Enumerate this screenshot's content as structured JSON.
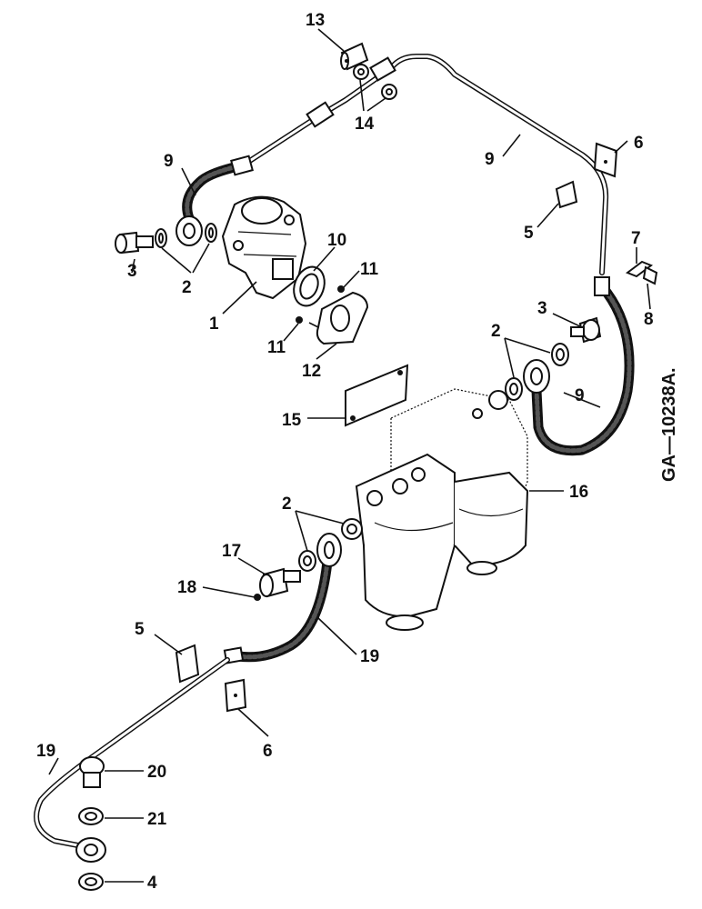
{
  "drawing_code": "GA—10238A.",
  "callouts": {
    "c1": "1",
    "c2a": "2",
    "c2b": "2",
    "c2c": "2",
    "c3a": "3",
    "c3b": "3",
    "c4": "4",
    "c5a": "5",
    "c5b": "5",
    "c6a": "6",
    "c6b": "6",
    "c7": "7",
    "c8": "8",
    "c9a": "9",
    "c9b": "9",
    "c9c": "9",
    "c10": "10",
    "c11a": "11",
    "c11b": "11",
    "c12": "12",
    "c13": "13",
    "c14": "14",
    "c15": "15",
    "c16": "16",
    "c17": "17",
    "c18": "18",
    "c19a": "19",
    "c19b": "19",
    "c20": "20",
    "c21": "21"
  }
}
